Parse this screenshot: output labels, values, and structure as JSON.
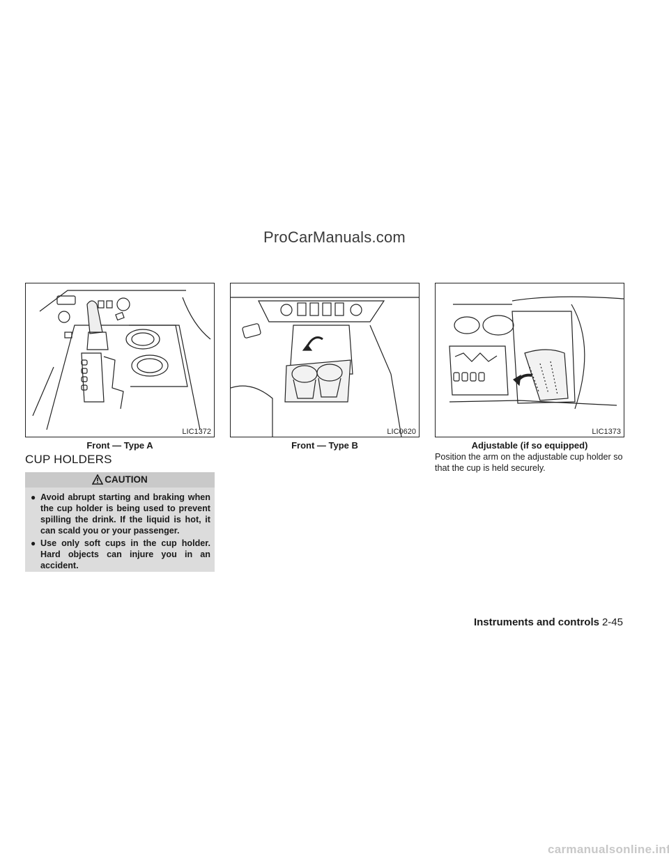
{
  "watermark_top": "ProCarManuals.com",
  "watermark_bottom": "carmanualsonline.info",
  "figures": [
    {
      "code": "LIC1372",
      "caption": "Front — Type A"
    },
    {
      "code": "LIC0620",
      "caption": "Front — Type B"
    },
    {
      "code": "LIC1373",
      "caption": "Adjustable (if so equipped)"
    }
  ],
  "section": {
    "title": "CUP HOLDERS"
  },
  "caution": {
    "heading": "CAUTION",
    "icon": "warning-triangle-icon",
    "items": [
      "Avoid abrupt starting and braking when the cup holder is being used to prevent spilling the drink. If the liquid is hot, it can scald you or your passenger.",
      "Use only soft cups in the cup holder. Hard objects can injure you in an accident."
    ]
  },
  "body_text": "Position the arm on the adjustable cup holder so that the cup is held securely.",
  "footer": {
    "section": "Instruments and controls",
    "page": "2-45"
  }
}
